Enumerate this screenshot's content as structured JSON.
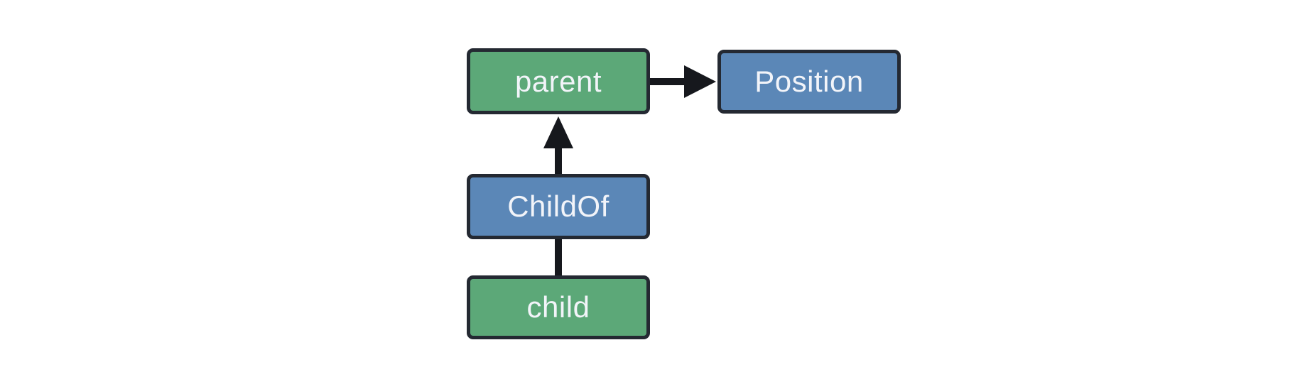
{
  "diagram": {
    "description": "Entity-relationship style diagram showing a child entity with a ChildOf relationship to a parent entity, where the parent has a Position component",
    "nodes": [
      {
        "id": "parent",
        "label": "parent",
        "kind": "entity",
        "fill": "#5ca878"
      },
      {
        "id": "position",
        "label": "Position",
        "kind": "component",
        "fill": "#5b87b7"
      },
      {
        "id": "childof",
        "label": "ChildOf",
        "kind": "relationship",
        "fill": "#5b87b7"
      },
      {
        "id": "child",
        "label": "child",
        "kind": "entity",
        "fill": "#5ca878"
      }
    ],
    "edges": [
      {
        "from": "parent",
        "to": "position",
        "arrowhead": true,
        "direction": "right"
      },
      {
        "from": "childof",
        "to": "parent",
        "arrowhead": true,
        "direction": "up"
      },
      {
        "from": "child",
        "to": "childof",
        "arrowhead": false,
        "direction": "up"
      }
    ],
    "colors": {
      "entity_fill": "#5ca878",
      "component_fill": "#5b87b7",
      "node_border": "#242932",
      "node_text": "#f2f4f9",
      "connector": "#16181d",
      "background": "#ffffff"
    }
  }
}
